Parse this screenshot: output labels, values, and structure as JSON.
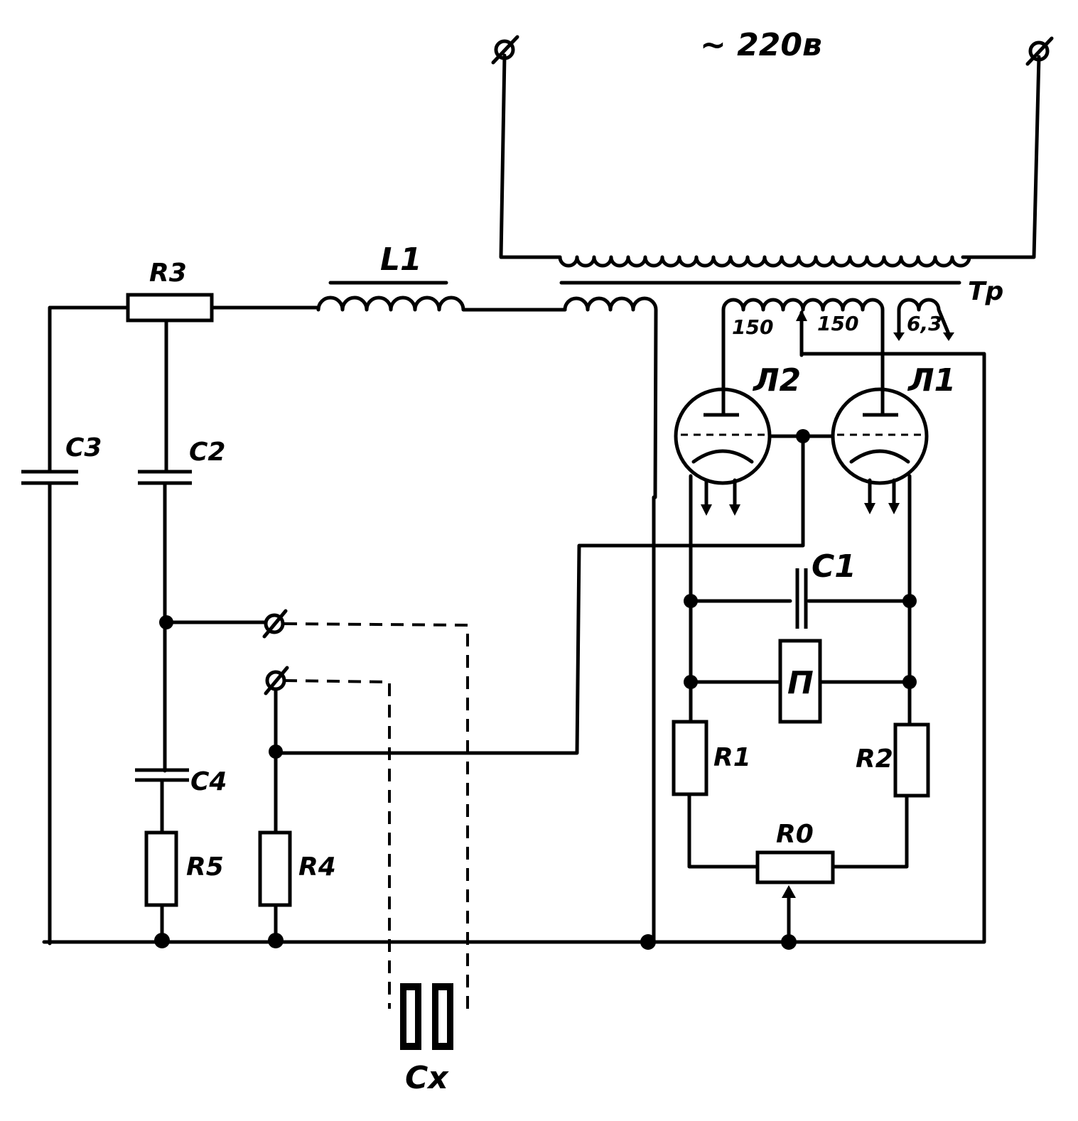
{
  "diagram": {
    "supply_label": "~ 220в",
    "transformer_label": "Тр",
    "winding_labels": {
      "left": "150",
      "right": "150",
      "filament": "6,3"
    },
    "components": {
      "L1": "L1",
      "R3": "R3",
      "C3": "C3",
      "C2": "C2",
      "C4": "C4",
      "R5": "R5",
      "R4": "R4",
      "Cx": "Cx",
      "L2": "Л2",
      "L1_tube": "Л1",
      "C1": "C1",
      "P": "П",
      "R1": "R1",
      "R2": "R2",
      "R0": "R0"
    }
  }
}
